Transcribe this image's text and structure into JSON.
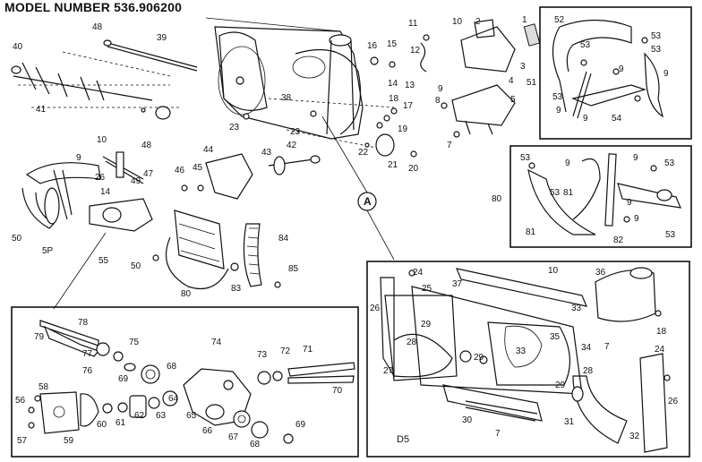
{
  "title": "MODEL NUMBER 536.906200",
  "callout_letter": "A",
  "panel_d5_label": "D5",
  "labels": {
    "p1": "1",
    "p2": "2",
    "p3": "3",
    "p4": "4",
    "p5": "5",
    "p7a": "7",
    "p8": "8",
    "p9a": "9",
    "p10a": "10",
    "p11": "11",
    "p12": "12",
    "p13": "13",
    "p14": "14",
    "p15": "15",
    "p16": "16",
    "p17": "17",
    "p18": "18",
    "p19": "19",
    "p20": "20",
    "p21": "21",
    "p22": "22",
    "p23a": "23",
    "p23b": "23",
    "p38": "38",
    "p39": "39",
    "p40": "40",
    "p41": "41",
    "p48": "48",
    "q10": "10",
    "q9": "9",
    "q48": "48",
    "q26": "26",
    "q14": "14",
    "q49": "49",
    "q47": "47",
    "q50": "50",
    "q5p": "5P",
    "q44": "44",
    "q46": "46",
    "q45": "45",
    "q43": "43",
    "q42": "42",
    "q55": "55",
    "q50b": "50",
    "q80": "80",
    "q83": "83",
    "q84": "84",
    "q85": "85",
    "r52": "52",
    "r53a": "53",
    "r53b": "53",
    "r53c": "53",
    "r53d": "53",
    "r9a": "9",
    "r9b": "9",
    "r9c": "9",
    "r51": "51",
    "r54": "54",
    "r9d": "9",
    "s53a": "53",
    "s9a": "9",
    "s9b": "9",
    "s53b": "53",
    "s80": "80",
    "s53c": "53",
    "s81a": "81",
    "s9c": "9",
    "s9d": "9",
    "s81b": "81",
    "s82": "82",
    "s53d": "53",
    "t78": "78",
    "t79": "79",
    "t77": "77",
    "t75": "75",
    "t76": "76",
    "t69": "69",
    "t68": "68",
    "t74": "74",
    "t73": "73",
    "t72": "72",
    "t71": "71",
    "t70": "70",
    "t58": "58",
    "t56": "56",
    "t57": "57",
    "t59": "59",
    "t60": "60",
    "t61": "61",
    "t62": "62",
    "t63": "63",
    "t64": "64",
    "t65": "65",
    "t66": "66",
    "t67": "67",
    "t68b": "68",
    "t69b": "69",
    "u24a": "24",
    "u25": "25",
    "u26a": "26",
    "u37": "37",
    "u10": "10",
    "u36": "36",
    "u29a": "29",
    "u28a": "28",
    "u33a": "33",
    "u35": "35",
    "u34": "34",
    "u33b": "33",
    "u18": "18",
    "u7a": "7",
    "u29b": "29",
    "u27": "27",
    "u30": "30",
    "u7b": "7",
    "u24b": "24",
    "u28b": "28",
    "u29c": "29",
    "u31": "31",
    "u32": "32",
    "u26b": "26"
  }
}
